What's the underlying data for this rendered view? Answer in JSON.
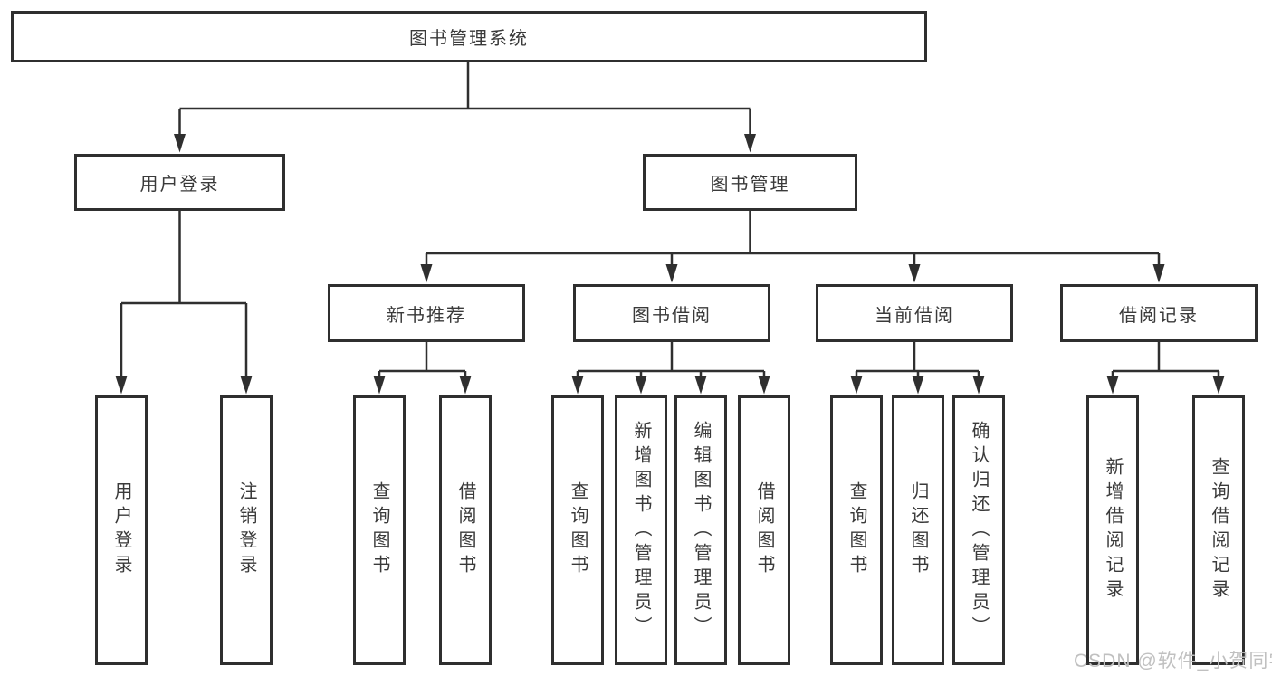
{
  "tree": {
    "root": {
      "label": "图书管理系统"
    },
    "branches": [
      {
        "label": "用户登录",
        "leaves": [
          {
            "label": "用户登录"
          },
          {
            "label": "注销登录"
          }
        ]
      },
      {
        "label": "图书管理",
        "children": [
          {
            "label": "新书推荐",
            "leaves": [
              {
                "label": "查询图书"
              },
              {
                "label": "借阅图书"
              }
            ]
          },
          {
            "label": "图书借阅",
            "leaves": [
              {
                "label": "查询图书"
              },
              {
                "label": "新增图书（管理员）"
              },
              {
                "label": "编辑图书（管理员）"
              },
              {
                "label": "借阅图书"
              }
            ]
          },
          {
            "label": "当前借阅",
            "leaves": [
              {
                "label": "查询图书"
              },
              {
                "label": "归还图书"
              },
              {
                "label": "确认归还（管理员）"
              }
            ]
          },
          {
            "label": "借阅记录",
            "leaves": [
              {
                "label": "新增借阅记录"
              },
              {
                "label": "查询借阅记录"
              }
            ]
          }
        ]
      }
    ]
  },
  "watermark": {
    "text": "CSDN @软件_小贺同学"
  },
  "colors": {
    "line": "#2f2f2f",
    "text": "#3a3a3a",
    "box_fill": "#ffffff",
    "watermark": "#c0c0c0",
    "background": "#ffffff"
  }
}
